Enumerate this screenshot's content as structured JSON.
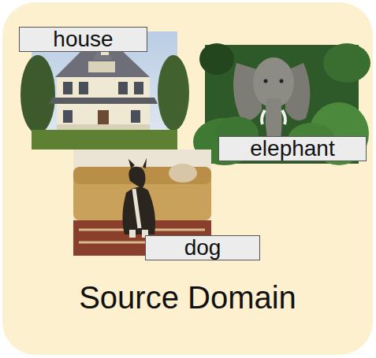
{
  "diagram": {
    "nodes": [
      {
        "text": [
          "Source Domain"
        ]
      },
      {
        "text": [
          "house"
        ],
        "in": 0
      },
      {
        "text": [
          "elephant"
        ],
        "in": 0
      },
      {
        "text": [
          "dog"
        ],
        "in": 0
      }
    ]
  }
}
